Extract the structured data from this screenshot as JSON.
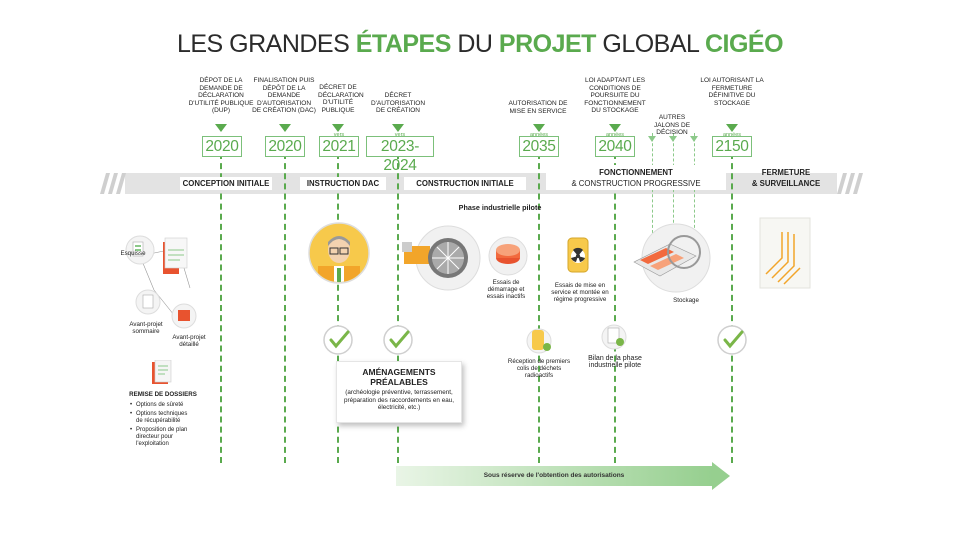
{
  "title": {
    "p1": "LES GRANDES ",
    "p2": "ÉTAPES",
    "p3": " DU ",
    "p4": "PROJET",
    "p5": " GLOBAL ",
    "p6": "CIGÉO"
  },
  "milestones": {
    "dup": {
      "label": "Dépot de la demande de déclaration d'utilité publique (DUP)",
      "year": "2020",
      "prefix": ""
    },
    "dac": {
      "label": "Finalisation puis dépôt de la demande d'autorisation de création (DAC)",
      "year": "2020",
      "prefix": ""
    },
    "dup_decree": {
      "label": "Décret de déclaration d'utilité publique",
      "year": "2021",
      "prefix": "vers"
    },
    "creation_decree": {
      "label": "Décret d'autorisation de création",
      "year": "2023-2024",
      "prefix": "vers"
    },
    "service_auth": {
      "label": "Autorisation de mise en service",
      "year": "2035",
      "prefix": "années"
    },
    "law_adapt": {
      "label": "Loi adaptant les conditions de poursuite du fonctionnement du stockage",
      "year": "2040",
      "prefix": "années"
    },
    "other": {
      "label": "Autres jalons de décision"
    },
    "closure_law": {
      "label": "Loi autorisant la fermeture définitive du stockage",
      "year": "2150",
      "prefix": "années"
    }
  },
  "phases": {
    "conception": "CONCEPTION INITIALE",
    "instruction": "INSTRUCTION DAC",
    "construction": "CONSTRUCTION INITIALE",
    "fonction_1": "FONCTIONNEMENT",
    "fonction_2": "& CONSTRUCTION PROGRESSIVE",
    "fermeture_1": "FERMETURE",
    "fermeture_2": "& SURVEILLANCE"
  },
  "pilot_phase": "Phase industrielle pilote",
  "captions": {
    "esquisse": "Esquisse",
    "avant_projet_sommaire": "Avant-projet sommaire",
    "avant_projet_detaille": "Avant-projet détaillé",
    "essais_demarrage": "Essais de démarrage et essais inactifs",
    "essais_service": "Essais de mise en service et montée en régime progressive",
    "stockage": "Stockage",
    "reception": "Réception de premiers colis de déchets radioactifs",
    "bilan": "Bilan de la phase industrielle pilote"
  },
  "remise": {
    "title": "REMISE DE DOSSIERS",
    "items": [
      "Options de sûreté",
      "Options techniques de récupérabilité",
      "Proposition de plan directeur pour l'exploitation"
    ]
  },
  "amenagements": {
    "title": "AMÉNAGEMENTS PRÉALABLES",
    "desc": "(archéologie préventive, terrassement, préparation des raccordements en eau, électricité, etc.)"
  },
  "reserve": "Sous réserve de l'obtention des autorisations",
  "colors": {
    "accent": "#5aaa4e",
    "band": "#e3e3e3",
    "arrow": "#96cf8f"
  }
}
